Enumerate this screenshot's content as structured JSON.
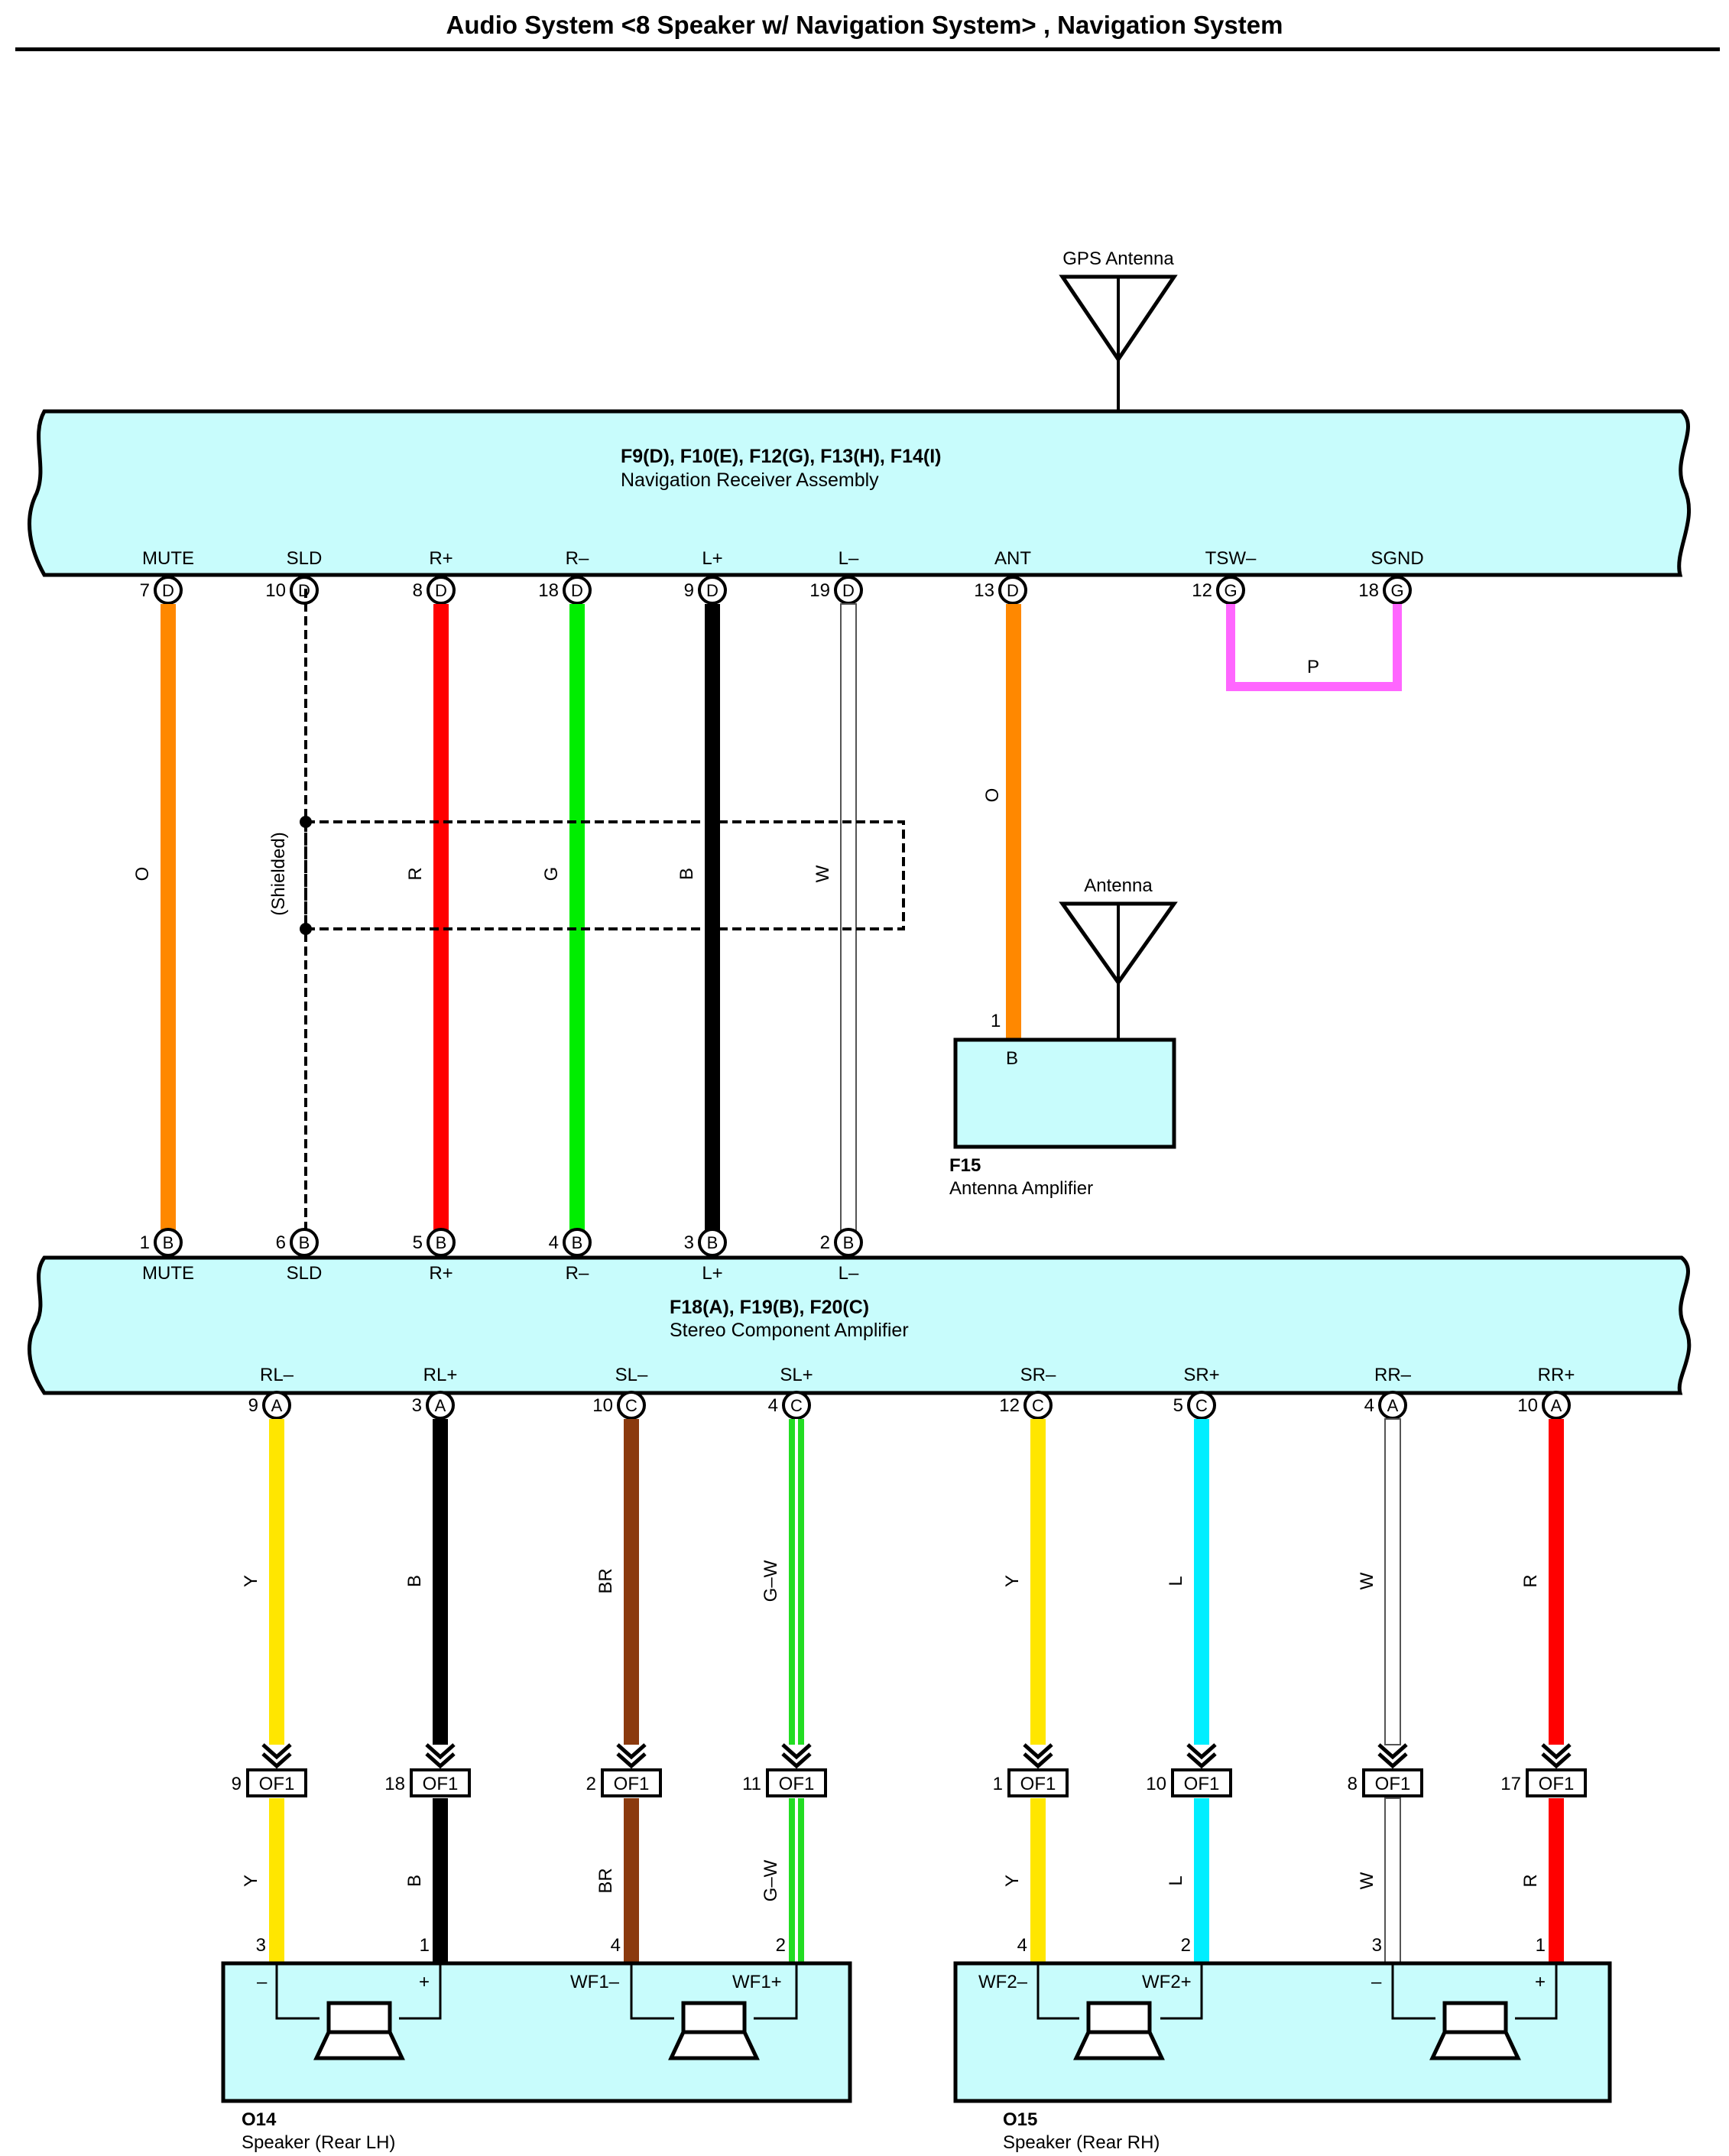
{
  "page": {
    "title": "Audio System <8 Speaker w/ Navigation System> , Navigation System"
  },
  "colors": {
    "panel_fill": "#c8fcfc",
    "O": "#ff8800",
    "R": "#ff0000",
    "G": "#00ee00",
    "B": "#000000",
    "W": "#ffffff",
    "Y": "#ffe600",
    "BR": "#8b3a0e",
    "L": "#00eeff",
    "P": "#ff66ff",
    "G-W": "#22dd22"
  },
  "gps_antenna": {
    "label": "GPS Antenna"
  },
  "navigation_receiver": {
    "connectors": "F9(D), F10(E), F12(G), F13(H), F14(I)",
    "name": "Navigation Receiver Assembly",
    "terminals": [
      {
        "label": "MUTE",
        "pin": "7",
        "conn": "D"
      },
      {
        "label": "SLD",
        "pin": "10",
        "conn": "D"
      },
      {
        "label": "R+",
        "pin": "8",
        "conn": "D"
      },
      {
        "label": "R–",
        "pin": "18",
        "conn": "D"
      },
      {
        "label": "L+",
        "pin": "9",
        "conn": "D"
      },
      {
        "label": "L–",
        "pin": "19",
        "conn": "D"
      },
      {
        "label": "ANT",
        "pin": "13",
        "conn": "D"
      },
      {
        "label": "TSW–",
        "pin": "12",
        "conn": "G"
      },
      {
        "label": "SGND",
        "pin": "18",
        "conn": "G"
      }
    ]
  },
  "upper_wires": [
    {
      "color": "O",
      "label": "O"
    },
    {
      "color": "SLD",
      "label": "(Shielded)"
    },
    {
      "color": "R",
      "label": "R"
    },
    {
      "color": "G",
      "label": "G"
    },
    {
      "color": "B",
      "label": "B"
    },
    {
      "color": "W",
      "label": "W"
    }
  ],
  "antenna_wire": {
    "color": "O",
    "label": "O"
  },
  "pink_loop": {
    "color": "P",
    "label": "P"
  },
  "antenna": {
    "label": "Antenna"
  },
  "antenna_amplifier": {
    "code": "F15",
    "name": "Antenna Amplifier",
    "pin": "1",
    "conn": "B"
  },
  "stereo_amplifier": {
    "connectors": "F18(A), F19(B), F20(C)",
    "name": "Stereo Component Amplifier",
    "top_terminals": [
      {
        "label": "MUTE",
        "pin": "1",
        "conn": "B"
      },
      {
        "label": "SLD",
        "pin": "6",
        "conn": "B"
      },
      {
        "label": "R+",
        "pin": "5",
        "conn": "B"
      },
      {
        "label": "R–",
        "pin": "4",
        "conn": "B"
      },
      {
        "label": "L+",
        "pin": "3",
        "conn": "B"
      },
      {
        "label": "L–",
        "pin": "2",
        "conn": "B"
      }
    ],
    "bottom_terminals": [
      {
        "label": "RL–",
        "pin": "9",
        "conn": "A"
      },
      {
        "label": "RL+",
        "pin": "3",
        "conn": "A"
      },
      {
        "label": "SL–",
        "pin": "10",
        "conn": "C"
      },
      {
        "label": "SL+",
        "pin": "4",
        "conn": "C"
      },
      {
        "label": "SR–",
        "pin": "12",
        "conn": "C"
      },
      {
        "label": "SR+",
        "pin": "5",
        "conn": "C"
      },
      {
        "label": "RR–",
        "pin": "4",
        "conn": "A"
      },
      {
        "label": "RR+",
        "pin": "10",
        "conn": "A"
      }
    ]
  },
  "lower_wires": [
    {
      "color": "Y",
      "label": "Y",
      "of1_pin": "9",
      "spk_pin": "3"
    },
    {
      "color": "B",
      "label": "B",
      "of1_pin": "18",
      "spk_pin": "1"
    },
    {
      "color": "BR",
      "label": "BR",
      "of1_pin": "2",
      "spk_pin": "4"
    },
    {
      "color": "G-W",
      "label": "G–W",
      "of1_pin": "11",
      "spk_pin": "2"
    },
    {
      "color": "Y",
      "label": "Y",
      "of1_pin": "1",
      "spk_pin": "4"
    },
    {
      "color": "L",
      "label": "L",
      "of1_pin": "10",
      "spk_pin": "2"
    },
    {
      "color": "W",
      "label": "W",
      "of1_pin": "8",
      "spk_pin": "3"
    },
    {
      "color": "R",
      "label": "R",
      "of1_pin": "17",
      "spk_pin": "1"
    }
  ],
  "junction_connector": {
    "label": "OF1"
  },
  "speaker_lh": {
    "code": "O14",
    "name": "Speaker (Rear LH)",
    "terms": [
      "–",
      "+",
      "WF1–",
      "WF1+"
    ]
  },
  "speaker_rh": {
    "code": "O15",
    "name": "Speaker (Rear RH)",
    "terms": [
      "WF2–",
      "WF2+",
      "–",
      "+"
    ]
  }
}
